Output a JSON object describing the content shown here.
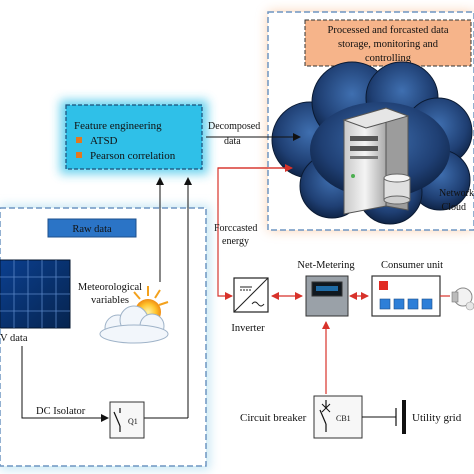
{
  "processed_box": {
    "line1": "Processed and forcasted data",
    "line2": "storage, monitoring and",
    "line3": "controlling"
  },
  "feature_box": {
    "title": "Feature engineering",
    "items": [
      "ATSD",
      "Pearson correlation"
    ]
  },
  "decomposed": {
    "line1": "Decomposed",
    "line2": "data"
  },
  "forecasted": {
    "line1": "Forccasted",
    "line2": "energy"
  },
  "cloud": {
    "line1": "Network",
    "line2": "Cloud"
  },
  "raw_data": {
    "label": "Raw data"
  },
  "meteo": {
    "line1": "Meteorological",
    "line2": "variables"
  },
  "pv_data": {
    "label": "V data"
  },
  "dc_isolator": {
    "label": "DC Isolator",
    "switch_id": "Q1"
  },
  "net_metering": {
    "label": "Net-Metering"
  },
  "consumer_unit": {
    "label": "Consumer unit"
  },
  "inverter": {
    "label": "Inverter"
  },
  "circuit_breaker": {
    "label": "Circuit breaker",
    "id": "CB1"
  },
  "utility_grid": {
    "label": "Utility grid"
  },
  "colors": {
    "dashed_border": "#6f96c2",
    "feature_fill": "#2fc0e8",
    "glow": "#f5a66a",
    "red_line": "#d8322a",
    "bullet": "#e2781f",
    "raw_banner": "#2b74c6"
  }
}
